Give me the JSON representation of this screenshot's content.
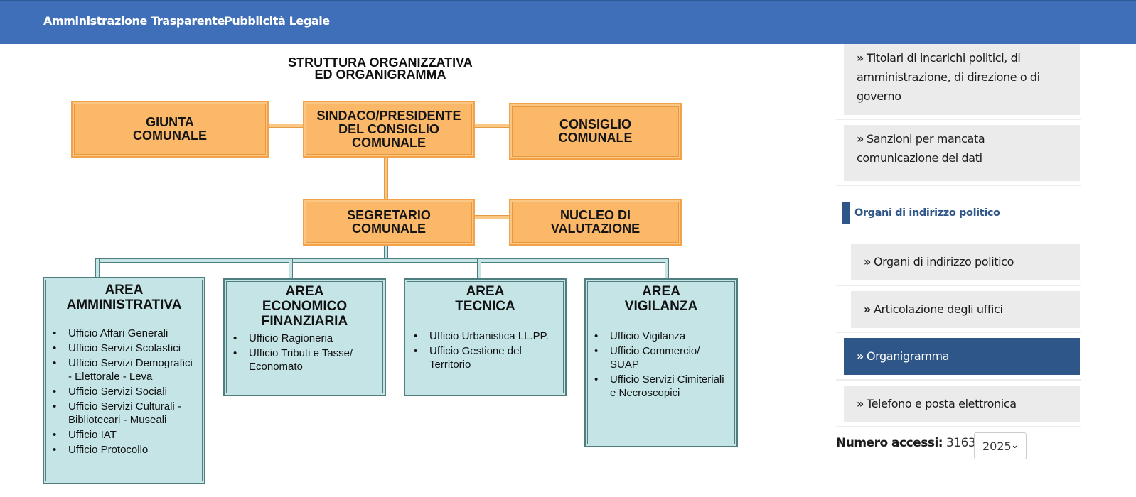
{
  "topnav": {
    "items": [
      {
        "label": "Amministrazione Trasparente",
        "active": true
      },
      {
        "label": "Pubblicità Legale",
        "active": false
      }
    ]
  },
  "organigram": {
    "title": "STRUTTURA ORGANIZZATIVA\nED ORGANIGRAMMA",
    "top_row": {
      "giunta": "GIUNTA\nCOMUNALE",
      "sindaco": "SINDACO/PRESIDENTE\nDEL CONSIGLIO\nCOMUNALE",
      "consiglio": "CONSIGLIO\nCOMUNALE"
    },
    "middle_row": {
      "segretario": "SEGRETARIO\nCOMUNALE",
      "nucleo": "NUCLEO DI\nVALUTAZIONE"
    },
    "areas": [
      {
        "title": "AREA\nAMMINISTRATIVA",
        "offices": [
          "Ufficio Affari Generali",
          "Ufficio Servizi Scolastici",
          "Ufficio Servizi Demografici\n- Elettorale - Leva",
          "Ufficio Servizi Sociali",
          "Ufficio Servizi Culturali -\nBibliotecari - Museali",
          "Ufficio IAT",
          "Ufficio Protocollo"
        ]
      },
      {
        "title": "AREA\nECONOMICO\nFINANZIARIA",
        "offices": [
          "Ufficio Ragioneria",
          "Ufficio Tributi e Tasse/\nEconomato"
        ]
      },
      {
        "title": "AREA\nTECNICA",
        "offices": [
          "Ufficio Urbanistica LL.PP.",
          "Ufficio Gestione del\nTerritorio"
        ]
      },
      {
        "title": "AREA\nVIGILANZA",
        "offices": [
          "Ufficio Vigilanza",
          "Ufficio Commercio/\nSUAP",
          "Ufficio Servizi Cimiteriali\ne Necroscopici"
        ]
      }
    ]
  },
  "sidebar": {
    "chevron_icon": "»",
    "items_top": [
      {
        "label": "Titolari di incarichi politici, di amministrazione, di direzione o di governo"
      },
      {
        "label": "Sanzioni per mancata comunicazione dei dati"
      }
    ],
    "section_heading": "Organi di indirizzo politico",
    "items_sub": [
      {
        "label": "Organi di indirizzo politico"
      },
      {
        "label": "Articolazione degli uffici"
      }
    ],
    "items_bottom": [
      {
        "label": "Organigramma",
        "active": true
      },
      {
        "label": "Telefono e posta elettronica"
      }
    ],
    "active_color": "#2f5688"
  },
  "counter": {
    "label": "Numero accessi:",
    "value": "3163",
    "year_selected": "2025"
  }
}
